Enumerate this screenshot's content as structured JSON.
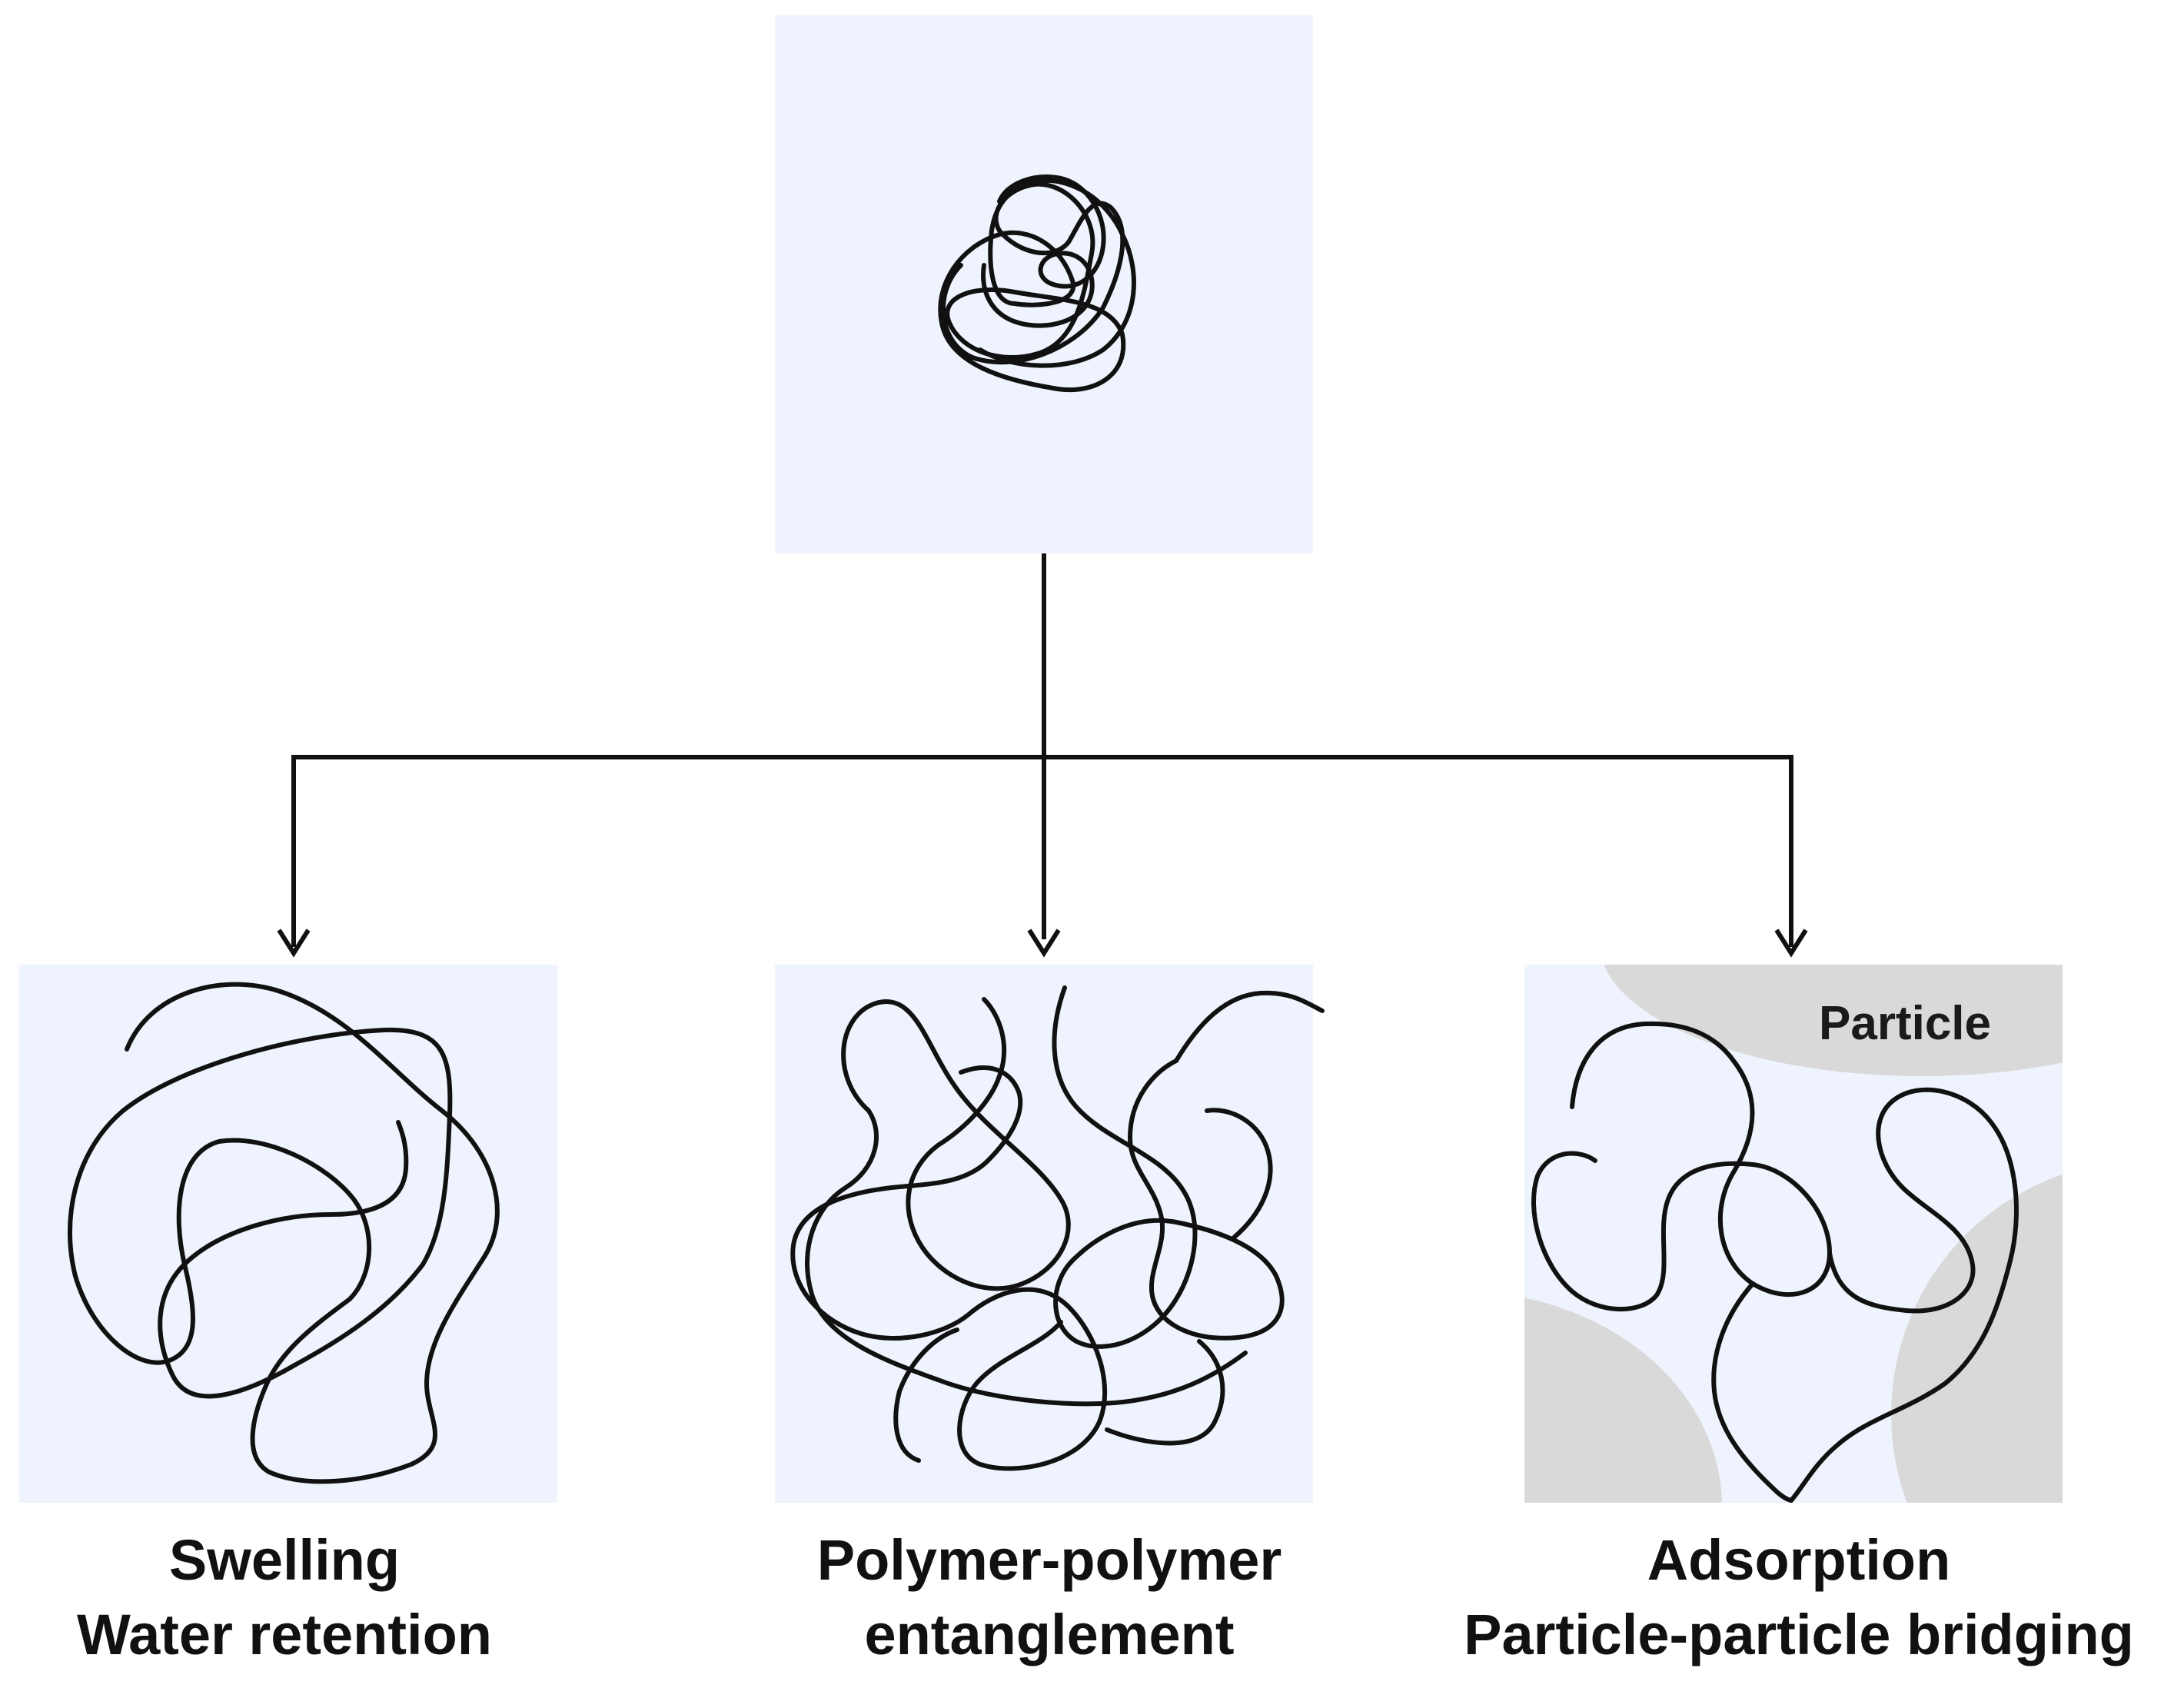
{
  "root": {
    "label": ""
  },
  "branches": [
    {
      "id": "swelling",
      "caption_lines": [
        "Swelling",
        "Water retention"
      ]
    },
    {
      "id": "entanglement",
      "caption_lines": [
        "Polymer-polymer",
        "entanglement"
      ]
    },
    {
      "id": "bridging",
      "caption_lines": [
        "Adsorption",
        "Particle-particle bridging"
      ],
      "particle_label": "Particle"
    }
  ],
  "colors": {
    "panel_background": "#eff3fd",
    "particle": "#d9d9d9",
    "stroke": "#111111"
  }
}
